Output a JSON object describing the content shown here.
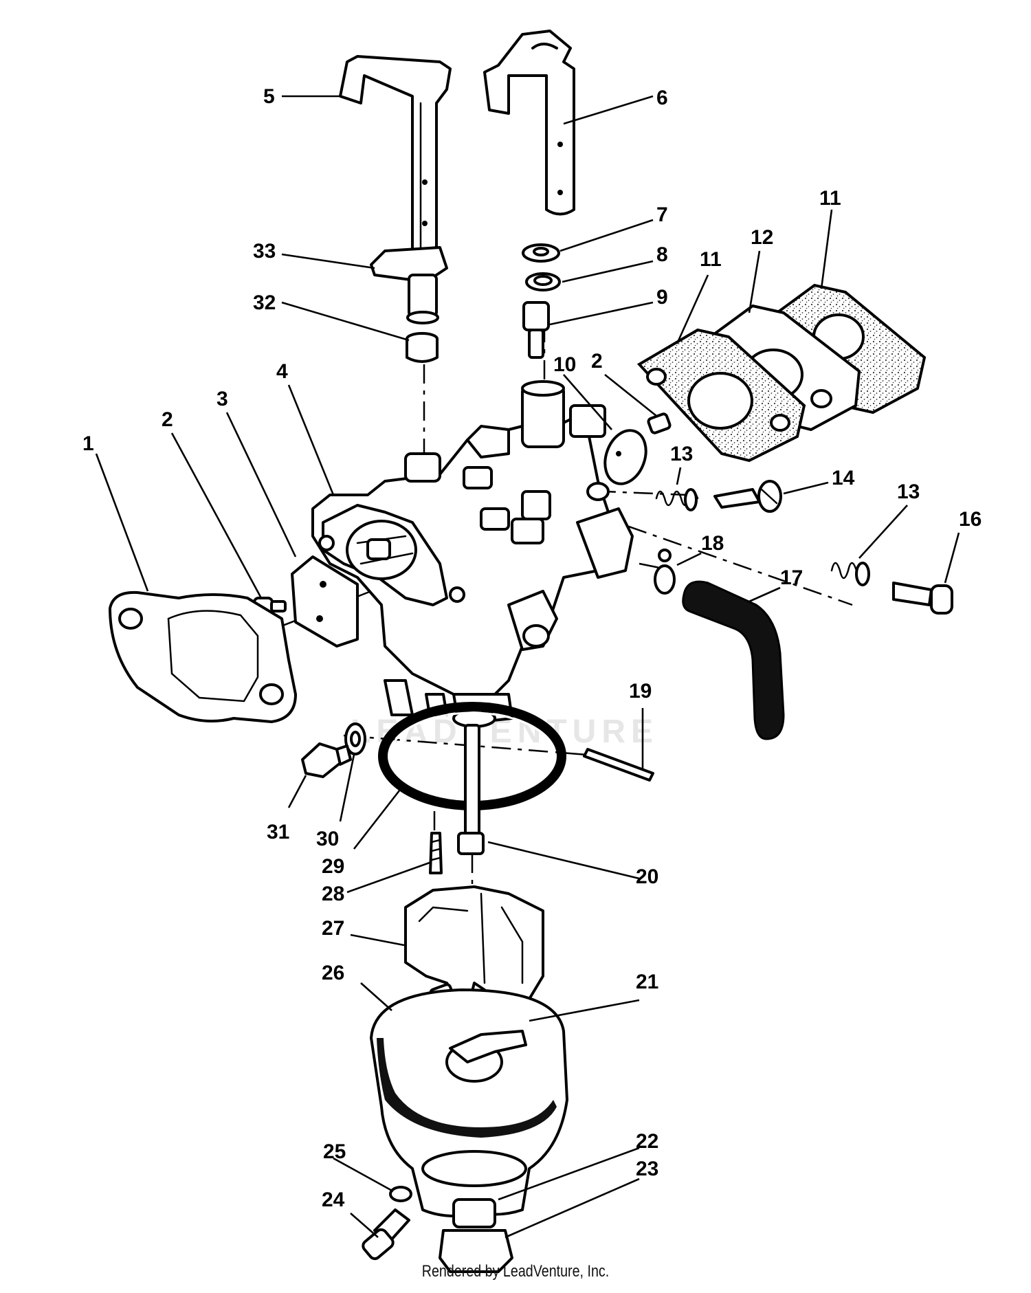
{
  "callouts": [
    "1",
    "2",
    "3",
    "4",
    "5",
    "6",
    "7",
    "8",
    "9",
    "10",
    "11",
    "12",
    "13",
    "14",
    "16",
    "17",
    "18",
    "19",
    "20",
    "21",
    "22",
    "23",
    "24",
    "25",
    "26",
    "27",
    "28",
    "29",
    "30",
    "31",
    "32",
    "33"
  ],
  "credit": "Rendered by LeadVenture, Inc.",
  "watermark": "LEADVENTURE"
}
